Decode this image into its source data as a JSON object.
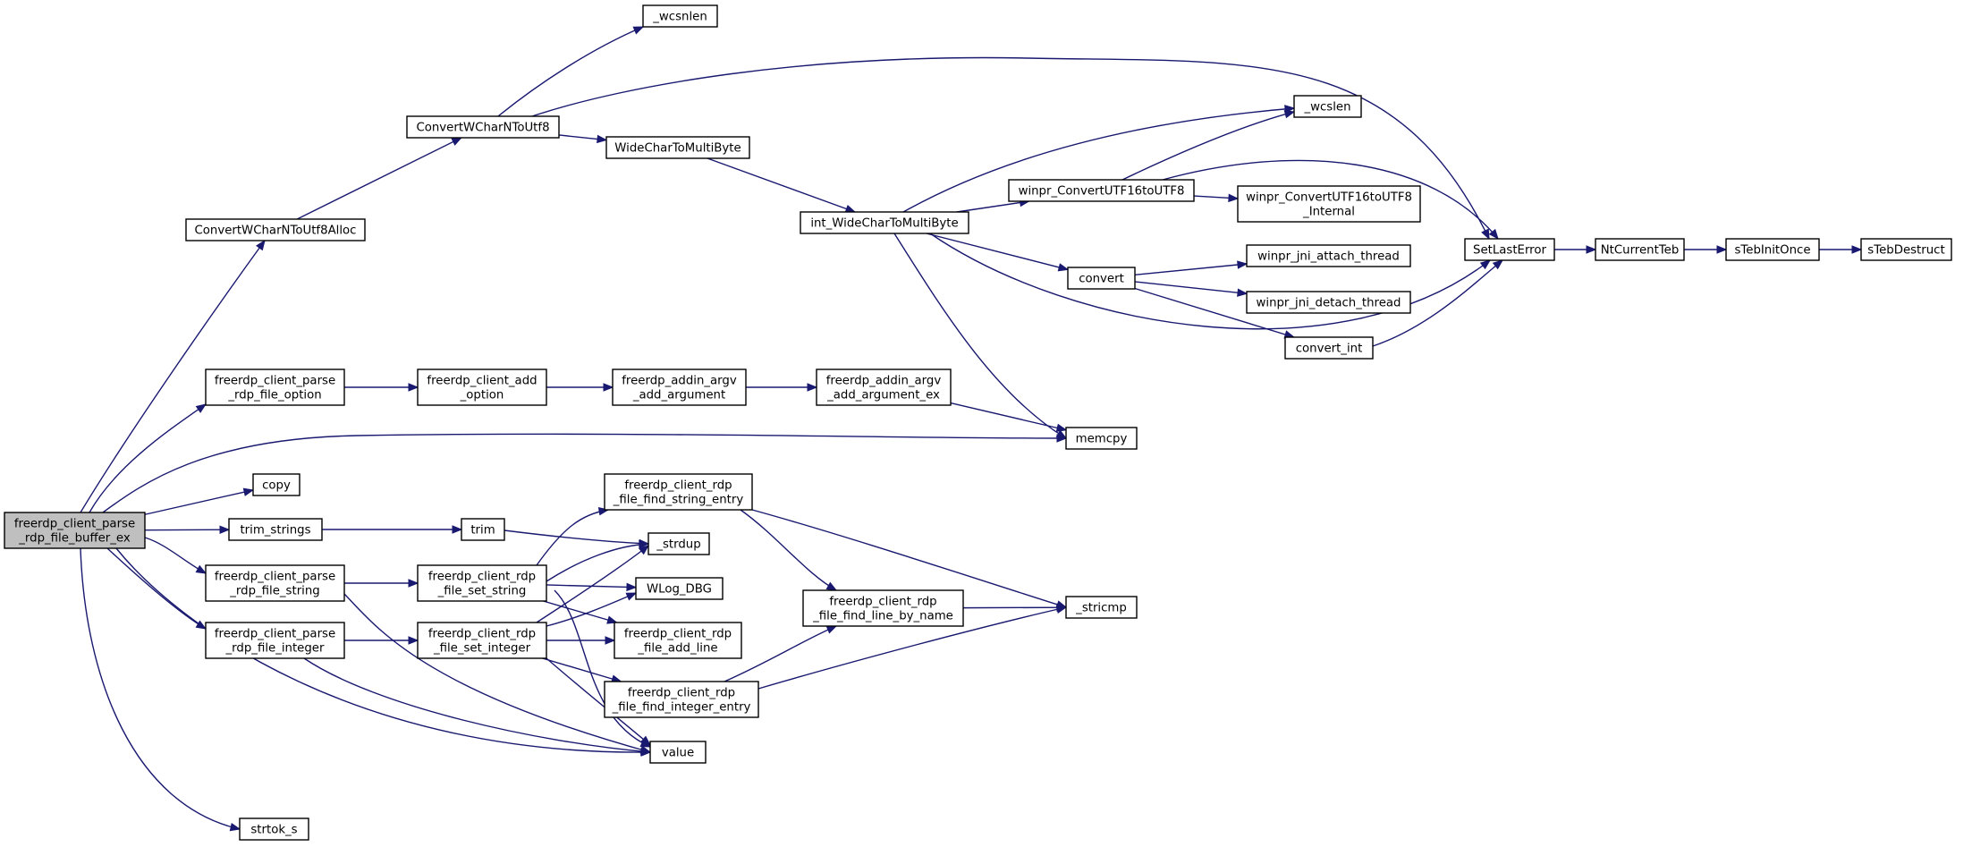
{
  "diagram": {
    "type": "call-graph",
    "colors": {
      "edge": "#191970",
      "node_border": "#000000",
      "root_fill": "#bfbfbf",
      "node_fill": "#ffffff"
    },
    "nodes": [
      {
        "id": "root",
        "lines": [
          "freerdp_client_parse",
          "_rdp_file_buffer_ex"
        ],
        "root": true
      },
      {
        "id": "ConvertWCharNToUtf8Alloc",
        "lines": [
          "ConvertWCharNToUtf8Alloc"
        ]
      },
      {
        "id": "ConvertWCharNToUtf8",
        "lines": [
          "ConvertWCharNToUtf8"
        ]
      },
      {
        "id": "_wcsnlen",
        "lines": [
          "_wcsnlen"
        ]
      },
      {
        "id": "WideCharToMultiByte",
        "lines": [
          "WideCharToMultiByte"
        ]
      },
      {
        "id": "int_WideCharToMultiByte",
        "lines": [
          "int_WideCharToMultiByte"
        ]
      },
      {
        "id": "winpr_ConvertUTF16toUTF8",
        "lines": [
          "winpr_ConvertUTF16toUTF8"
        ]
      },
      {
        "id": "winpr_ConvertUTF16toUTF8_Internal",
        "lines": [
          "winpr_ConvertUTF16toUTF8",
          "_Internal"
        ]
      },
      {
        "id": "_wcslen",
        "lines": [
          "_wcslen"
        ]
      },
      {
        "id": "convert",
        "lines": [
          "convert"
        ]
      },
      {
        "id": "winpr_jni_attach_thread",
        "lines": [
          "winpr_jni_attach_thread"
        ]
      },
      {
        "id": "winpr_jni_detach_thread",
        "lines": [
          "winpr_jni_detach_thread"
        ]
      },
      {
        "id": "convert_int",
        "lines": [
          "convert_int"
        ]
      },
      {
        "id": "SetLastError",
        "lines": [
          "SetLastError"
        ]
      },
      {
        "id": "NtCurrentTeb",
        "lines": [
          "NtCurrentTeb"
        ]
      },
      {
        "id": "sTebInitOnce",
        "lines": [
          "sTebInitOnce"
        ]
      },
      {
        "id": "sTebDestruct",
        "lines": [
          "sTebDestruct"
        ]
      },
      {
        "id": "parse_option",
        "lines": [
          "freerdp_client_parse",
          "_rdp_file_option"
        ]
      },
      {
        "id": "client_add_option",
        "lines": [
          "freerdp_client_add",
          "_option"
        ]
      },
      {
        "id": "addin_argv_add_argument",
        "lines": [
          "freerdp_addin_argv",
          "_add_argument"
        ]
      },
      {
        "id": "addin_argv_add_argument_ex",
        "lines": [
          "freerdp_addin_argv",
          "_add_argument_ex"
        ]
      },
      {
        "id": "memcpy",
        "lines": [
          "memcpy"
        ]
      },
      {
        "id": "copy",
        "lines": [
          "copy"
        ]
      },
      {
        "id": "trim_strings",
        "lines": [
          "trim_strings"
        ]
      },
      {
        "id": "trim",
        "lines": [
          "trim"
        ]
      },
      {
        "id": "_strdup",
        "lines": [
          "_strdup"
        ]
      },
      {
        "id": "WLog_DBG",
        "lines": [
          "WLog_DBG"
        ]
      },
      {
        "id": "parse_string",
        "lines": [
          "freerdp_client_parse",
          "_rdp_file_string"
        ]
      },
      {
        "id": "set_string",
        "lines": [
          "freerdp_client_rdp",
          "_file_set_string"
        ]
      },
      {
        "id": "find_string_entry",
        "lines": [
          "freerdp_client_rdp",
          "_file_find_string_entry"
        ]
      },
      {
        "id": "find_line_by_name",
        "lines": [
          "freerdp_client_rdp",
          "_file_find_line_by_name"
        ]
      },
      {
        "id": "_stricmp",
        "lines": [
          "_stricmp"
        ]
      },
      {
        "id": "add_line",
        "lines": [
          "freerdp_client_rdp",
          "_file_add_line"
        ]
      },
      {
        "id": "parse_integer",
        "lines": [
          "freerdp_client_parse",
          "_rdp_file_integer"
        ]
      },
      {
        "id": "set_integer",
        "lines": [
          "freerdp_client_rdp",
          "_file_set_integer"
        ]
      },
      {
        "id": "find_integer_entry",
        "lines": [
          "freerdp_client_rdp",
          "_file_find_integer_entry"
        ]
      },
      {
        "id": "value",
        "lines": [
          "value"
        ]
      },
      {
        "id": "strtok_s",
        "lines": [
          "strtok_s"
        ]
      }
    ],
    "edges": [
      [
        "root",
        "ConvertWCharNToUtf8Alloc"
      ],
      [
        "root",
        "parse_option"
      ],
      [
        "root",
        "memcpy"
      ],
      [
        "root",
        "copy"
      ],
      [
        "root",
        "trim_strings"
      ],
      [
        "root",
        "parse_string"
      ],
      [
        "root",
        "parse_integer"
      ],
      [
        "root",
        "value"
      ],
      [
        "root",
        "strtok_s"
      ],
      [
        "ConvertWCharNToUtf8Alloc",
        "ConvertWCharNToUtf8"
      ],
      [
        "ConvertWCharNToUtf8",
        "_wcsnlen"
      ],
      [
        "ConvertWCharNToUtf8",
        "SetLastError"
      ],
      [
        "ConvertWCharNToUtf8",
        "WideCharToMultiByte"
      ],
      [
        "WideCharToMultiByte",
        "int_WideCharToMultiByte"
      ],
      [
        "int_WideCharToMultiByte",
        "_wcslen"
      ],
      [
        "int_WideCharToMultiByte",
        "winpr_ConvertUTF16toUTF8"
      ],
      [
        "int_WideCharToMultiByte",
        "convert"
      ],
      [
        "int_WideCharToMultiByte",
        "SetLastError"
      ],
      [
        "int_WideCharToMultiByte",
        "memcpy"
      ],
      [
        "winpr_ConvertUTF16toUTF8",
        "_wcslen"
      ],
      [
        "winpr_ConvertUTF16toUTF8",
        "SetLastError"
      ],
      [
        "winpr_ConvertUTF16toUTF8",
        "winpr_ConvertUTF16toUTF8_Internal"
      ],
      [
        "convert",
        "winpr_jni_attach_thread"
      ],
      [
        "convert",
        "winpr_jni_detach_thread"
      ],
      [
        "convert",
        "convert_int"
      ],
      [
        "convert_int",
        "SetLastError"
      ],
      [
        "SetLastError",
        "NtCurrentTeb"
      ],
      [
        "NtCurrentTeb",
        "sTebInitOnce"
      ],
      [
        "sTebInitOnce",
        "sTebDestruct"
      ],
      [
        "parse_option",
        "client_add_option"
      ],
      [
        "client_add_option",
        "addin_argv_add_argument"
      ],
      [
        "addin_argv_add_argument",
        "addin_argv_add_argument_ex"
      ],
      [
        "addin_argv_add_argument_ex",
        "memcpy"
      ],
      [
        "trim_strings",
        "trim"
      ],
      [
        "trim",
        "_strdup"
      ],
      [
        "parse_string",
        "set_string"
      ],
      [
        "parse_string",
        "value"
      ],
      [
        "set_string",
        "find_string_entry"
      ],
      [
        "set_string",
        "_strdup"
      ],
      [
        "set_string",
        "WLog_DBG"
      ],
      [
        "set_string",
        "add_line"
      ],
      [
        "set_string",
        "value"
      ],
      [
        "find_string_entry",
        "find_line_by_name"
      ],
      [
        "find_string_entry",
        "_stricmp"
      ],
      [
        "find_line_by_name",
        "_stricmp"
      ],
      [
        "parse_integer",
        "set_integer"
      ],
      [
        "parse_integer",
        "value"
      ],
      [
        "set_integer",
        "_strdup"
      ],
      [
        "set_integer",
        "WLog_DBG"
      ],
      [
        "set_integer",
        "add_line"
      ],
      [
        "set_integer",
        "find_integer_entry"
      ],
      [
        "set_integer",
        "value"
      ],
      [
        "find_integer_entry",
        "find_line_by_name"
      ],
      [
        "find_integer_entry",
        "_stricmp"
      ]
    ]
  }
}
